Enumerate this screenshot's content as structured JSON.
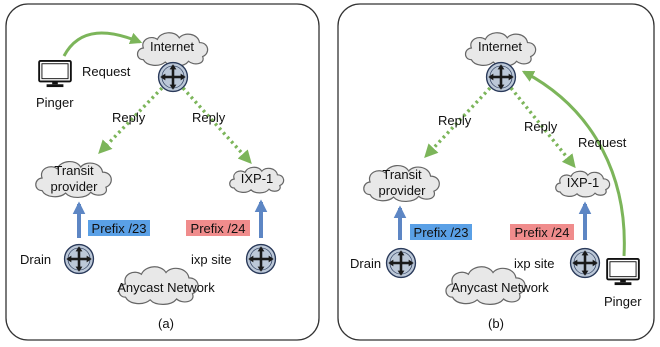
{
  "colors": {
    "green": "#7cb55a",
    "blue_arrow": "#5d86c4",
    "blue_badge": "#5aa0e6",
    "red_badge": "#f08c8c",
    "cloud_fill": "#e8e8e8",
    "router_fill": "#bcc8d8"
  },
  "panels": [
    {
      "caption": "(a)",
      "internet": "Internet",
      "transit": [
        "Transit",
        "provider"
      ],
      "ixp": "IXP-1",
      "anycast": "Anycast Network",
      "pinger": "Pinger",
      "request": "Request",
      "reply_left": "Reply",
      "reply_right": "Reply",
      "prefix_left": "Prefix /23",
      "prefix_right": "Prefix /24",
      "drain": "Drain",
      "ixp_site": "ixp site"
    },
    {
      "caption": "(b)",
      "internet": "Internet",
      "transit": [
        "Transit",
        "provider"
      ],
      "ixp": "IXP-1",
      "anycast": "Anycast Network",
      "pinger": "Pinger",
      "request": "Request",
      "reply_left": "Reply",
      "reply_right": "Reply",
      "prefix_left": "Prefix /23",
      "prefix_right": "Prefix /24",
      "drain": "Drain",
      "ixp_site": "ixp site"
    }
  ]
}
